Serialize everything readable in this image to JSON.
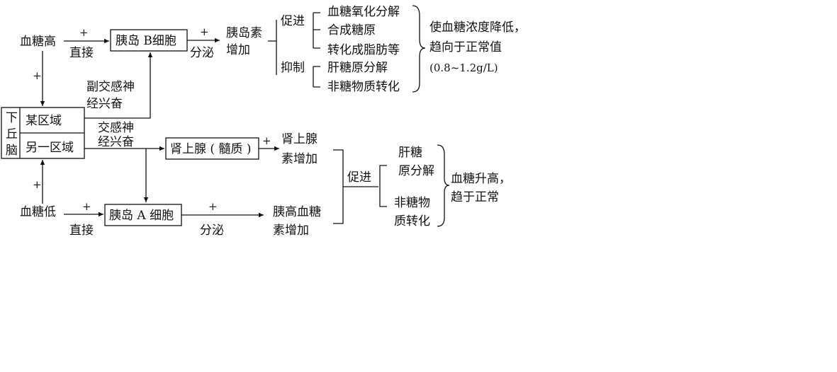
{
  "top": {
    "high_glucose": "血糖高",
    "direct": "直接",
    "plus": "+",
    "b_cell": "胰岛 B细胞",
    "secrete": "分泌",
    "insulin_line1": "胰岛素",
    "insulin_line2": "增加",
    "promote": "促进",
    "inhibit": "抑制",
    "promote_items": [
      "血糖氧化分解",
      "合成糖原",
      "转化成脂肪等"
    ],
    "inhibit_items": [
      "肝糖原分解",
      "非糖物质转化"
    ],
    "result_line1": "使血糖浓度降低，",
    "result_line2": "趋向于正常值",
    "result_line3": "(0.8~1.2g/L)",
    "parasym_line1": "副交感神",
    "parasym_line2": "经兴奋"
  },
  "hypothalamus": {
    "chars": [
      "下",
      "丘",
      "脑"
    ],
    "region1": "某区域",
    "region2": "另一区域"
  },
  "bottom": {
    "sym_line1": "交感神",
    "sym_line2": "经兴奋",
    "adrenal": "肾上腺 ( 髓质 )",
    "adrenaline_line1": "肾上腺",
    "adrenaline_line2": "素增加",
    "low_glucose": "血糖低",
    "direct": "直接",
    "a_cell": "胰岛 A 细胞",
    "secrete": "分泌",
    "glucagon_line1": "胰高血糖",
    "glucagon_line2": "素增加",
    "promote": "促进",
    "liver_line1": "肝糖",
    "liver_line2": "原分解",
    "nonsugar_line1": "非糖物",
    "nonsugar_line2": "质转化",
    "result_line1": "血糖升高，",
    "result_line2": "趋于正常"
  }
}
